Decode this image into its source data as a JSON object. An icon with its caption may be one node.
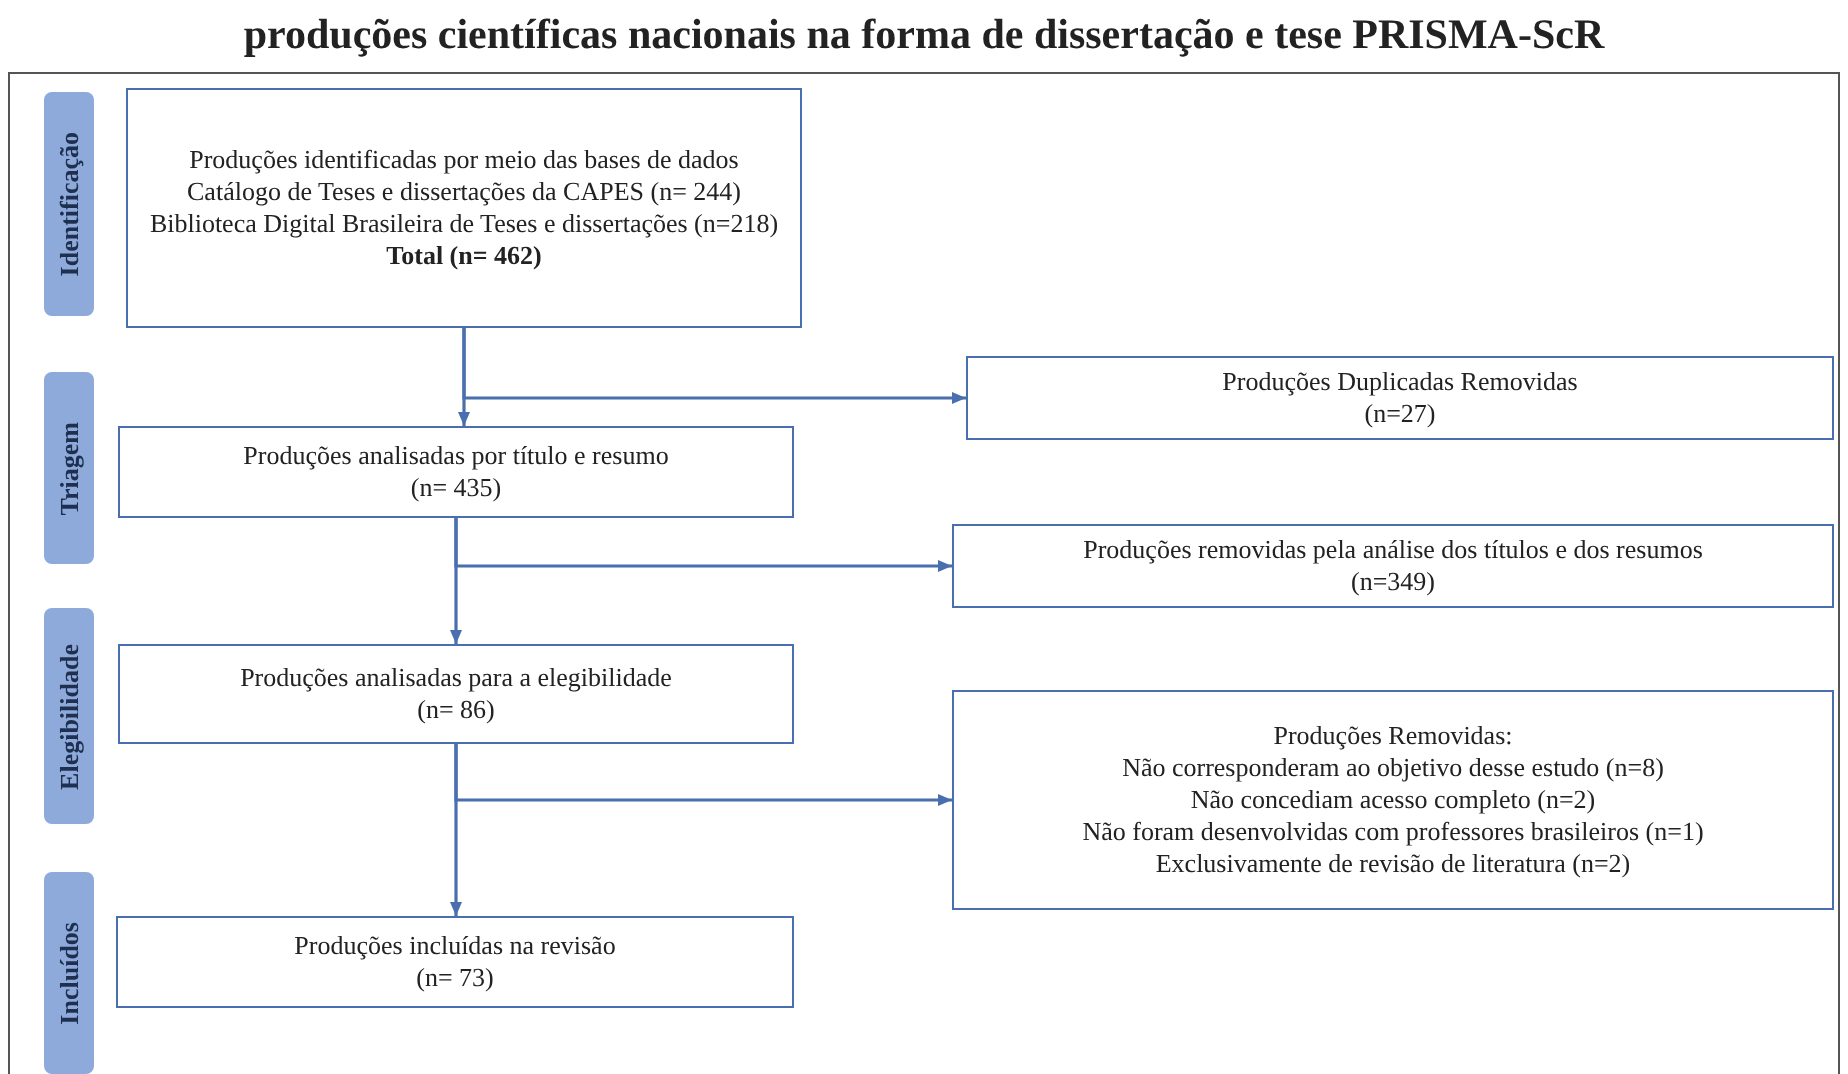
{
  "diagram": {
    "title": "produções científicas nacionais na forma de dissertação e tese PRISMA-ScR",
    "nodes": [
      {
        "text": [
          "Produções identificadas por meio das bases de dados",
          "Catálogo de Teses e dissertações da CAPES (n= 244)",
          "Biblioteca Digital Brasileira de Teses e dissertações (n=218)",
          "Total (n= 462)"
        ]
      },
      {
        "text": [
          "Produções Duplicadas Removidas",
          "(n=27)"
        ]
      },
      {
        "text": [
          "Produções analisadas por título e resumo",
          "(n= 435)"
        ]
      },
      {
        "text": [
          "Produções removidas pela análise dos títulos e dos resumos",
          "(n=349)"
        ]
      },
      {
        "text": [
          "Produções analisadas para a elegibilidade",
          "(n= 86)"
        ]
      },
      {
        "text": [
          "Produções Removidas:",
          "Não corresponderam ao objetivo desse estudo (n=8)",
          "Não concediam acesso completo (n=2)",
          "Não foram desenvolvidas com professores brasileiros (n=1)",
          "Exclusivamente de revisão de literatura (n=2)"
        ]
      },
      {
        "text": [
          "Produções incluídas na revisão",
          "(n= 73)"
        ]
      },
      {
        "text": [
          "Identificação"
        ]
      },
      {
        "text": [
          "Triagem"
        ]
      },
      {
        "text": [
          "Elegibilidade"
        ]
      },
      {
        "text": [
          "Incluídos"
        ]
      }
    ],
    "edges": [
      {
        "from": 0,
        "to": 1,
        "arrow": "to"
      },
      {
        "from": 0,
        "to": 2,
        "arrow": "to"
      },
      {
        "from": 2,
        "to": 3,
        "arrow": "to"
      },
      {
        "from": 2,
        "to": 4,
        "arrow": "to"
      },
      {
        "from": 4,
        "to": 5,
        "arrow": "to"
      },
      {
        "from": 4,
        "to": 6,
        "arrow": "to"
      }
    ]
  }
}
